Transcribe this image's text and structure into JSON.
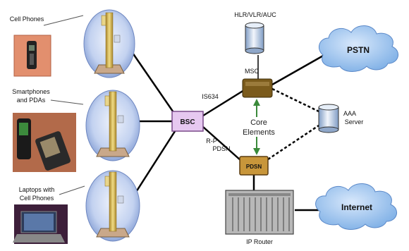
{
  "devices": {
    "cell_phones": "Cell Phones",
    "smartphones_line1": "Smartphones",
    "smartphones_line2": "and PDAs",
    "laptops_line1": "Laptops with",
    "laptops_line2": "Cell Phones"
  },
  "nodes": {
    "bsc": "BSC",
    "pdsn": "PDSN",
    "msc": "MSC",
    "hlr": "HLR/VLR/AUC",
    "pstn": "PSTN",
    "internet": "Internet",
    "aaa_line1": "AAA",
    "aaa_line2": "Server",
    "router": "IP Router",
    "core_line1": "Core",
    "core_line2": "Elements"
  },
  "links": {
    "is634": "IS634",
    "rp": "R-P",
    "pdsn_label": "PDSN"
  },
  "colors": {
    "bsc_fill": "#e6c8f0",
    "cloud_fill": "#9ec4ee",
    "tower_bg": "#c9d6f2",
    "node_brown": "#7b5b1c",
    "pdsn_fill": "#c8963a",
    "core_arrow": "#3a8a3a"
  }
}
